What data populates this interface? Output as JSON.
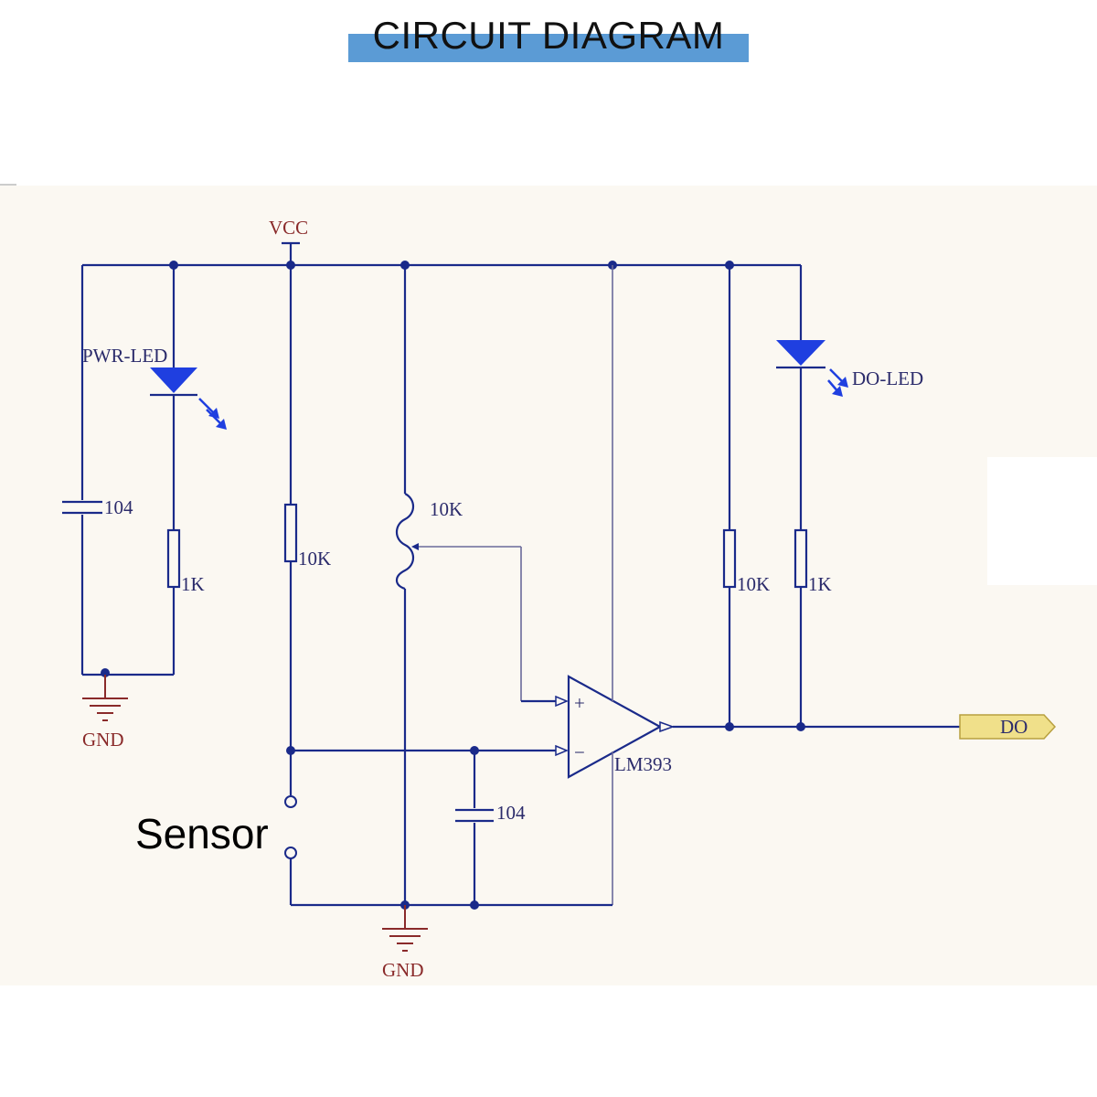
{
  "title": "CIRCUIT DIAGRAM",
  "labels": {
    "vcc": "VCC",
    "gnd_left": "GND",
    "gnd_bottom": "GND",
    "pwr_led": "PWR-LED",
    "do_led": "DO-LED",
    "c1": "104",
    "c2": "104",
    "r_pwr": "1K",
    "r_in": "10K",
    "pot": "10K",
    "r_pullup": "10K",
    "r_do": "1K",
    "opamp": "LM393",
    "plus": "+",
    "minus": "−",
    "output": "DO",
    "sensor": "Sensor"
  },
  "colors": {
    "wire": "#1a2a8a",
    "led": "#1f3fe0",
    "ground": "#8a2a2a",
    "title_bar": "#5b9bd5",
    "output_tag": "#f0e08a",
    "panel": "#fbf8f2"
  }
}
